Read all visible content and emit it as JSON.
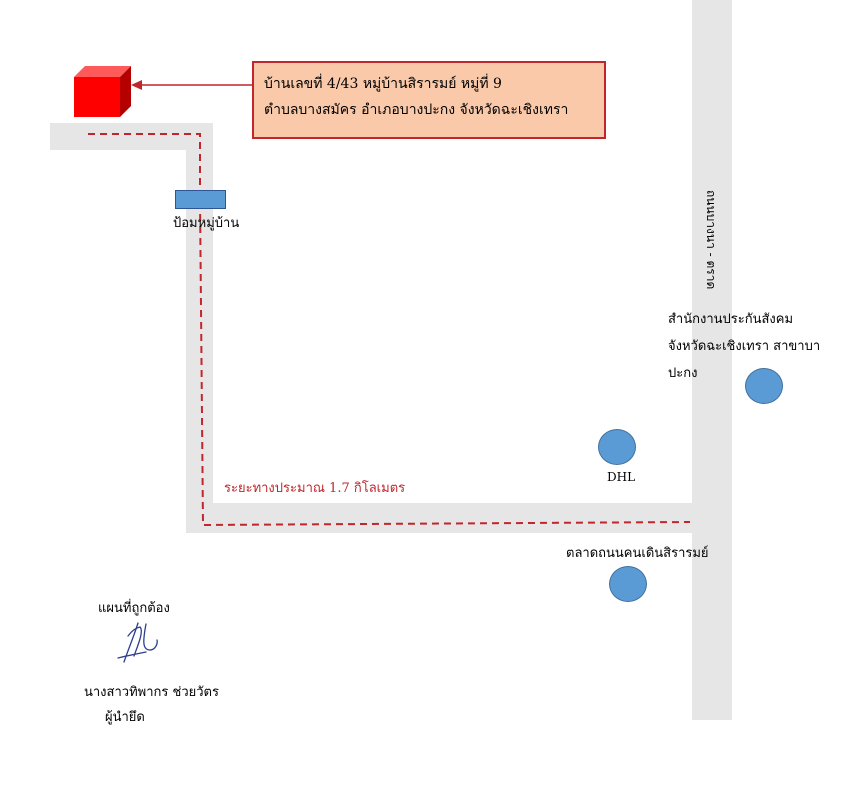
{
  "address": {
    "line1": "บ้านเลขที่ 4/43 หมู่บ้านสิรารมย์ หมู่ที่ 9",
    "line2": "ตำบลบางสมัคร อำเภอบางปะกง จังหวัดฉะเชิงเทรา"
  },
  "labels": {
    "village_gate": "ป้อมหมู่บ้าน",
    "main_road": "ถนนบางนา - ตราด",
    "social_security_1": "สำนักงานประกันสังคม",
    "social_security_2": "จังหวัดฉะเชิงเทรา สาขาบา",
    "social_security_3": "ปะกง",
    "dhl": "DHL",
    "distance": "ระยะทางประมาณ 1.7 กิโลเมตร",
    "market": "ตลาดถนนคนเดินสิรารมย์",
    "certify": "แผนที่ถูกต้อง",
    "signer_name": "นางสาวทิพากร ช่วยวัตร",
    "signer_role": "ผู้นำยึด"
  },
  "colors": {
    "route": "#c0272d",
    "house": "#ff0000",
    "address_fill": "#f9c9a9",
    "marker": "#5b9bd5",
    "road": "#e6e6e6"
  },
  "icons": {
    "house": "red-cube-icon",
    "marker": "circle-marker-icon",
    "signature": "handwritten-signature"
  }
}
